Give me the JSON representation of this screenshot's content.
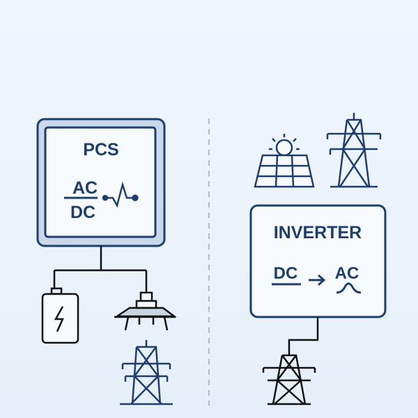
{
  "pcs": {
    "title": "PCS",
    "top": "AC",
    "bottom": "DC"
  },
  "inverter": {
    "title": "INVERTER",
    "from": "DC",
    "to": "AC"
  },
  "colors": {
    "navy": "#1e3f6e",
    "line": "#111111",
    "box_fill": "#f7fafd",
    "frame": "#c9d8ea"
  }
}
